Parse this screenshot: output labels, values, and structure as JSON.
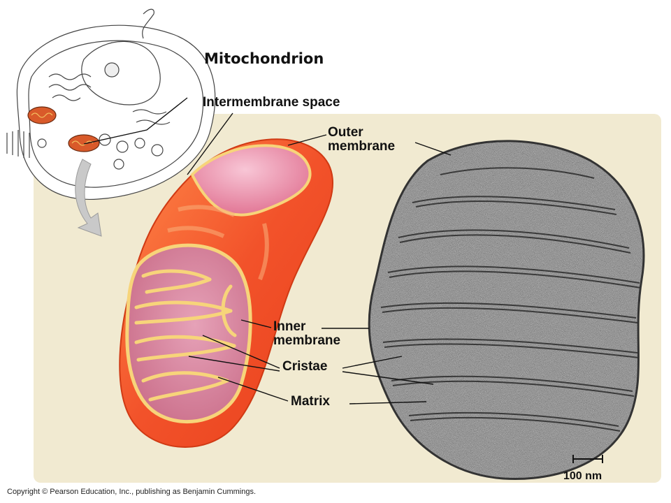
{
  "diagram": {
    "title": "Mitochondrion",
    "labels": {
      "intermembrane_space": "Intermembrane space",
      "outer_membrane": "Outer membrane",
      "inner_membrane": "Inner membrane",
      "cristae": "Cristae",
      "matrix": "Matrix"
    },
    "scale_bar": "100 nm",
    "copyright": "Copyright © Pearson Education, Inc., publishing as Benjamin Cummings.",
    "colors": {
      "panel_bg": "#f1ead1",
      "outer_membrane": "#f25a28",
      "inner_membrane": "#f7d47a",
      "matrix": "#d88aa0",
      "micrograph": "#6b6b6b"
    }
  }
}
